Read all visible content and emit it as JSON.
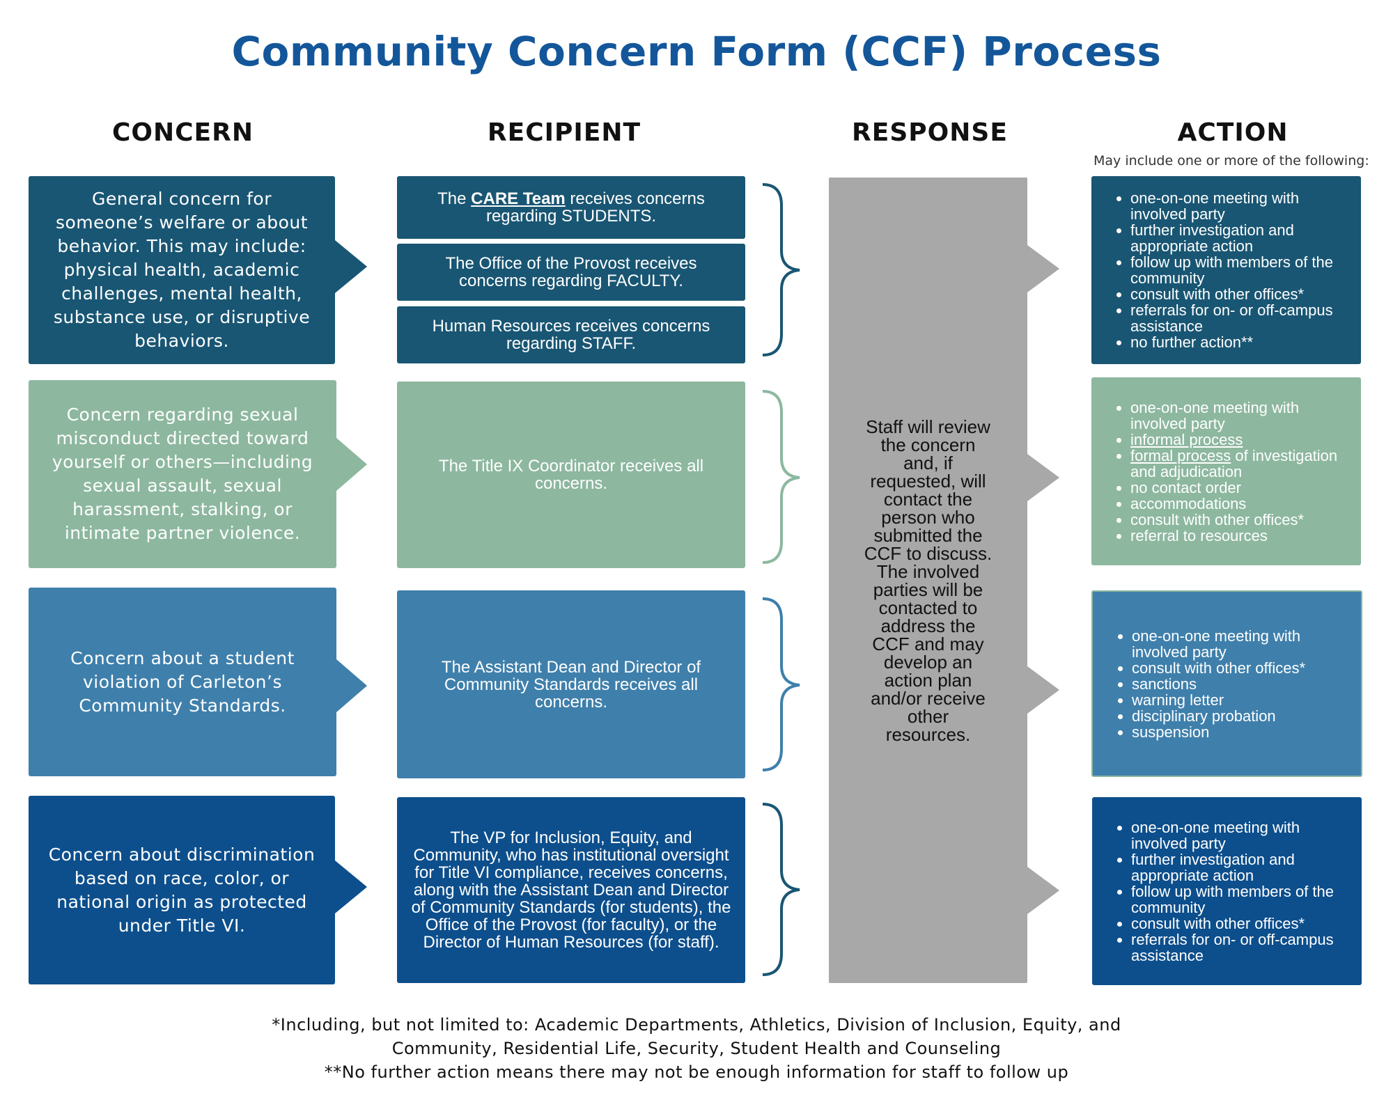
{
  "title": "Community Concern Form (CCF) Process",
  "columns": {
    "concern": "CONCERN",
    "recipient": "RECIPIENT",
    "response": "RESPONSE",
    "action": "ACTION",
    "action_note": "May include one or more of the following:"
  },
  "colors": {
    "row1": "#195673",
    "row2": "#8db89f",
    "row3": "#3e7fac",
    "row4": "#0d4f8c",
    "response": "#a8a8a8",
    "title": "#13569a"
  },
  "rows": [
    {
      "concern": "General concern for someone’s welfare or about behavior. This may include: physical health, academic challenges, mental health, substance use, or disruptive behaviors.",
      "recipients": [
        {
          "pre": "The ",
          "link": "CARE Team",
          "post": " receives concerns regarding STUDENTS."
        },
        {
          "text": "The Office of the Provost receives concerns regarding FACULTY."
        },
        {
          "text": "Human Resources receives concerns regarding STAFF."
        }
      ],
      "actions": [
        "one-on-one meeting with involved party",
        "further investigation and appropriate action",
        "follow up with members of the community",
        "consult with other offices*",
        "referrals for on- or off-campus assistance",
        "no further action**"
      ]
    },
    {
      "concern": "Concern regarding sexual misconduct directed toward yourself or others—including sexual assault, sexual harassment, stalking, or intimate partner violence.",
      "recipient": "The Title IX Coordinator receives all concerns.",
      "actions": {
        "a1": "one-on-one meeting with involved party",
        "a2": "informal process",
        "a3_link": "formal process",
        "a3_rest": " of investigation and adjudication",
        "a4": "no contact order",
        "a5": "accommodations",
        "a6": "consult with other offices*",
        "a7": "referral to resources"
      }
    },
    {
      "concern": "Concern about a student violation of Carleton’s Community Standards.",
      "recipient": "The Assistant Dean and Director of Community Standards receives all concerns.",
      "actions": [
        "one-on-one meeting with involved party",
        "consult with other offices*",
        "sanctions",
        "warning letter",
        "disciplinary probation",
        "suspension"
      ]
    },
    {
      "concern": "Concern about discrimination based on race, color, or national origin as protected under Title VI.",
      "recipient": "The VP for Inclusion, Equity, and Community, who has institutional oversight for Title VI compliance, receives concerns, along with the Assistant Dean and Director of Community Standards (for students), the Office of the Provost (for faculty), or the Director of Human Resources (for staff).",
      "actions": [
        "one-on-one meeting with involved party",
        "further investigation and appropriate action",
        "follow up with members of the community",
        "consult with other offices*",
        "referrals for on- or off-campus assistance"
      ]
    }
  ],
  "response": "Staff will review the concern and, if requested, will contact the person who submitted the CCF to discuss. The involved parties will be contacted to address the CCF and may develop an action plan and/or receive other resources.",
  "footer": {
    "line1": "*Including, but not limited to: Academic Departments, Athletics, Division of Inclusion, Equity, and",
    "line2": "Community, Residential Life, Security, Student Health and Counseling",
    "line3": "**No further action means there may not be enough information for staff to follow up"
  }
}
